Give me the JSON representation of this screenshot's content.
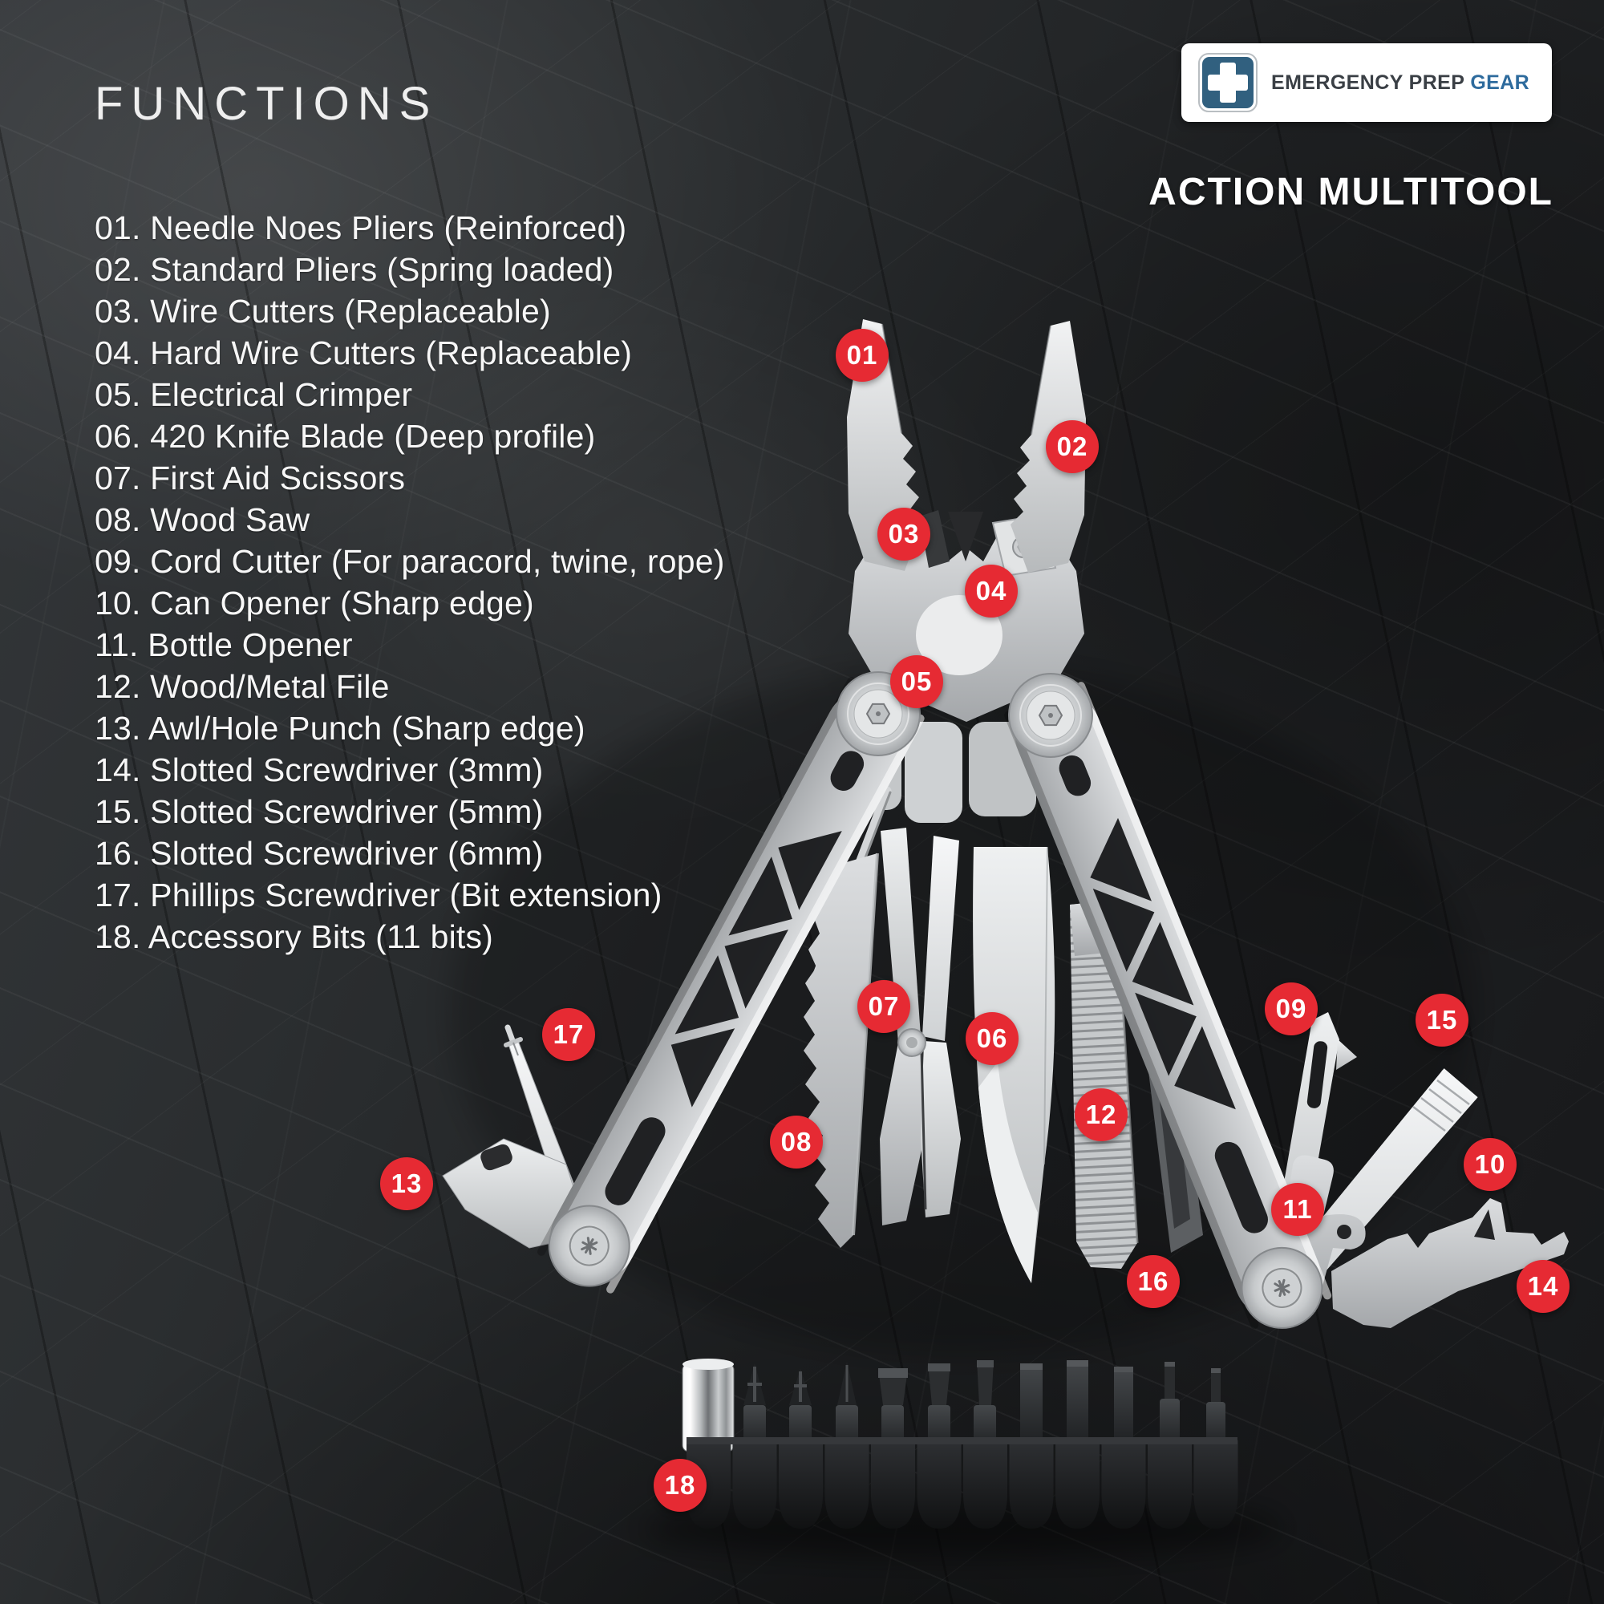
{
  "page": {
    "heading": "FUNCTIONS"
  },
  "brand": {
    "logo_text_primary": "EMERGENCY PREP",
    "logo_text_accent": "GEAR",
    "logo_icon": "first-aid-cross-icon",
    "accent_color": "#2e6b9d",
    "icon_background_color": "#31607f"
  },
  "product": {
    "name": "ACTION MULTITOOL"
  },
  "functions_list": {
    "items": [
      "01. Needle Noes Pliers (Reinforced)",
      "02. Standard Pliers (Spring loaded)",
      "03. Wire Cutters (Replaceable)",
      "04. Hard Wire Cutters (Replaceable)",
      "05. Electrical Crimper",
      "06. 420 Knife Blade (Deep profile)",
      "07. First Aid Scissors",
      "08. Wood Saw",
      "09. Cord Cutter (For paracord, twine, rope)",
      "10. Can Opener (Sharp edge)",
      "11. Bottle Opener",
      "12. Wood/Metal File",
      "13. Awl/Hole Punch (Sharp edge)",
      "14. Slotted Screwdriver (3mm)",
      "15. Slotted Screwdriver (5mm)",
      "16. Slotted Screwdriver (6mm)",
      "17. Phillips Screwdriver (Bit extension)",
      "18. Accessory Bits (11 bits)"
    ]
  },
  "callouts": {
    "color": "#e62a33",
    "labels": [
      "01",
      "02",
      "03",
      "04",
      "05",
      "06",
      "07",
      "08",
      "09",
      "10",
      "11",
      "12",
      "13",
      "14",
      "15",
      "16",
      "17",
      "18"
    ]
  }
}
